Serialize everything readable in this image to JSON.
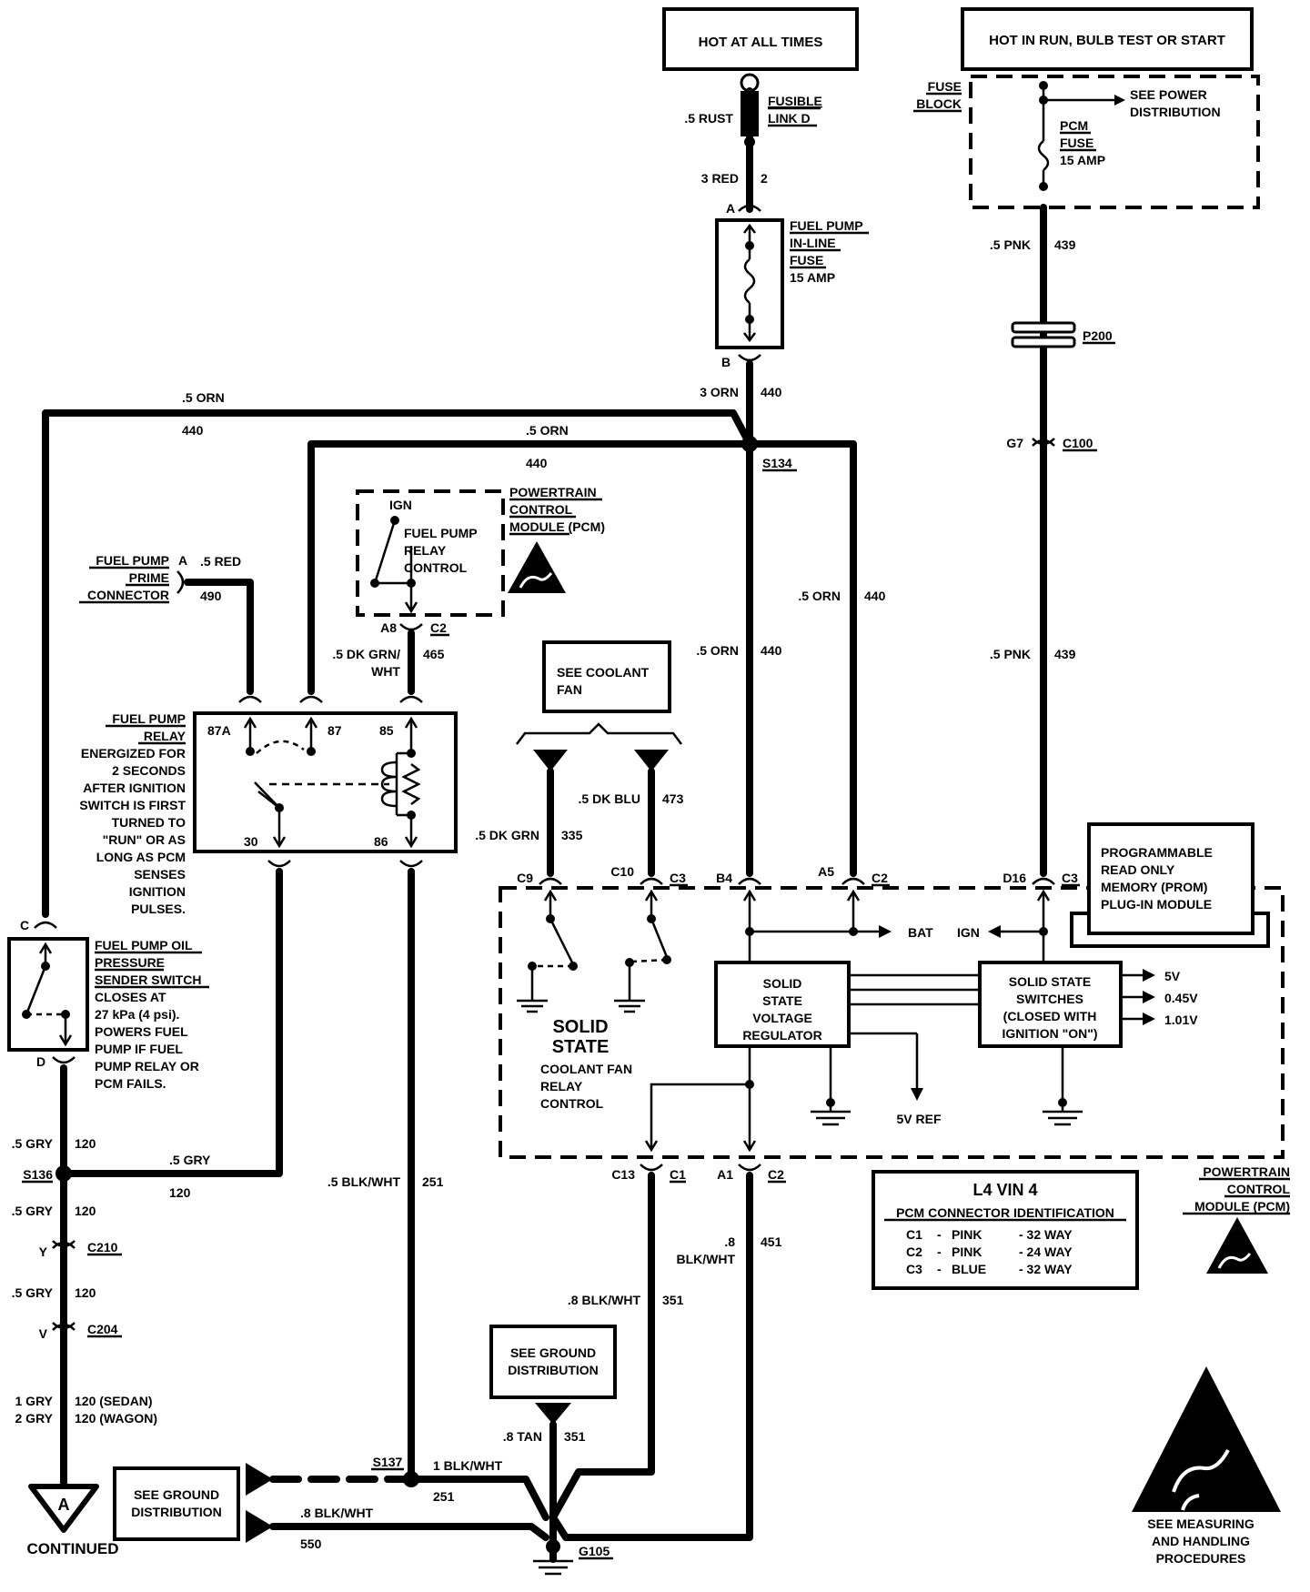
{
  "power": {
    "hot_at_all_times": "HOT AT ALL TIMES",
    "hot_in_run": "HOT IN RUN, BULB TEST OR START",
    "fuse_block": [
      "FUSE",
      "BLOCK"
    ],
    "see_power_distribution": [
      "SEE POWER",
      "DISTRIBUTION"
    ],
    "pcm_fuse": [
      "PCM",
      "FUSE",
      "15 AMP"
    ]
  },
  "fusible_link": {
    "label": [
      "FUSIBLE",
      "LINK D"
    ],
    "wire": ".5 RUST",
    "wire_below": "3 RED",
    "circuit_below": "2"
  },
  "inline_fuse": {
    "label": [
      "FUEL PUMP",
      "IN-LINE",
      "FUSE",
      "15 AMP"
    ],
    "term_top": "A",
    "term_bottom": "B"
  },
  "wires": {
    "orn3": "3 ORN",
    "c440": "440",
    "orn5": ".5 ORN",
    "s134": "S134",
    "pnk5": ".5 PNK",
    "c439": "439",
    "p200": "P200",
    "g7": "G7",
    "c100": "C100",
    "red5": ".5 RED",
    "c490": "490",
    "dkgrnwht": [
      ".5 DK GRN/",
      "WHT"
    ],
    "c465": "465",
    "a8": "A8",
    "c2": "C2",
    "dkgrn": ".5 DK GRN",
    "c335": "335",
    "dkblu": ".5 DK BLU",
    "c473": "473",
    "gry5": ".5 GRY",
    "c120": "120",
    "s136": "S136",
    "y": "Y",
    "c210": "C210",
    "v": "V",
    "c204": "C204",
    "gry1": "1 GRY",
    "gry2": "2 GRY",
    "sedan": "120  (SEDAN)",
    "wagon": "120  (WAGON)",
    "blkwht5": ".5 BLK/WHT",
    "c251": "251",
    "c13": "C13",
    "c1": "C1",
    "a1": "A1",
    "blkwht8a": ".8",
    "blkwht8b": "BLK/WHT",
    "c451": "451",
    "blkwht8c": ".8 BLK/WHT",
    "c351": "351",
    "tan8": ".8 TAN",
    "s137": "S137",
    "blkwht1": "1 BLK/WHT",
    "blkwht8d": ".8 BLK/WHT",
    "c550": "550",
    "g105": "G105"
  },
  "pcm_top": {
    "label": [
      "POWERTRAIN",
      "CONTROL",
      "MODULE (PCM)"
    ],
    "ign": "IGN",
    "relay_control": [
      "FUEL PUMP",
      "RELAY",
      "CONTROL"
    ]
  },
  "prime": {
    "label": [
      "FUEL PUMP",
      "PRIME",
      "CONNECTOR"
    ],
    "term": "A"
  },
  "relay": {
    "label": [
      "FUEL PUMP",
      "RELAY"
    ],
    "desc": [
      "ENERGIZED FOR",
      "2 SECONDS",
      "AFTER IGNITION",
      "SWITCH IS FIRST",
      "TURNED TO",
      "\"RUN\" OR AS",
      "LONG AS PCM",
      "SENSES",
      "IGNITION",
      "PULSES."
    ],
    "t87a": "87A",
    "t87": "87",
    "t85": "85",
    "t30": "30",
    "t86": "86"
  },
  "oil_switch": {
    "label": [
      "FUEL PUMP OIL",
      "PRESSURE",
      "SENDER SWITCH"
    ],
    "desc": [
      "CLOSES AT",
      "27 kPa (4 psi).",
      "POWERS FUEL",
      "PUMP IF FUEL",
      "PUMP RELAY OR",
      "PCM FAILS."
    ],
    "tc": "C",
    "td": "D"
  },
  "coolant": {
    "see": [
      "SEE COOLANT",
      "FAN"
    ],
    "solid_state": [
      "SOLID",
      "STATE"
    ],
    "relay_control": [
      "COOLANT FAN",
      "RELAY",
      "CONTROL"
    ]
  },
  "pcm_main": {
    "c9": "C9",
    "c10": "C10",
    "c3": "C3",
    "b4": "B4",
    "a5": "A5",
    "c2": "C2",
    "d16": "D16",
    "c3b": "C3",
    "bat": "BAT",
    "ign": "IGN",
    "regulator": [
      "SOLID",
      "STATE",
      "VOLTAGE",
      "REGULATOR"
    ],
    "switches": [
      "SOLID STATE",
      "SWITCHES",
      "(CLOSED WITH",
      "IGNITION \"ON\")"
    ],
    "v5": "5V",
    "v045": "0.45V",
    "v101": "1.01V",
    "ref": "5V REF",
    "prom": [
      "PROGRAMMABLE",
      "READ ONLY",
      "MEMORY (PROM)",
      "PLUG-IN MODULE"
    ],
    "label": [
      "POWERTRAIN",
      "CONTROL",
      "MODULE (PCM)"
    ]
  },
  "connector_id": {
    "title": "L4  VIN 4",
    "subtitle": "PCM CONNECTOR IDENTIFICATION",
    "rows": [
      [
        "C1",
        "-",
        "PINK",
        "- 32 WAY"
      ],
      [
        "C2",
        "-",
        "PINK",
        "- 24 WAY"
      ],
      [
        "C3",
        "-",
        "BLUE",
        "- 32 WAY"
      ]
    ]
  },
  "ground": {
    "see_dist": [
      "SEE GROUND",
      "DISTRIBUTION"
    ]
  },
  "continued": {
    "letter": "A",
    "label": "CONTINUED"
  },
  "esd": {
    "label": [
      "SEE MEASURING",
      "AND HANDLING",
      "PROCEDURES"
    ]
  }
}
